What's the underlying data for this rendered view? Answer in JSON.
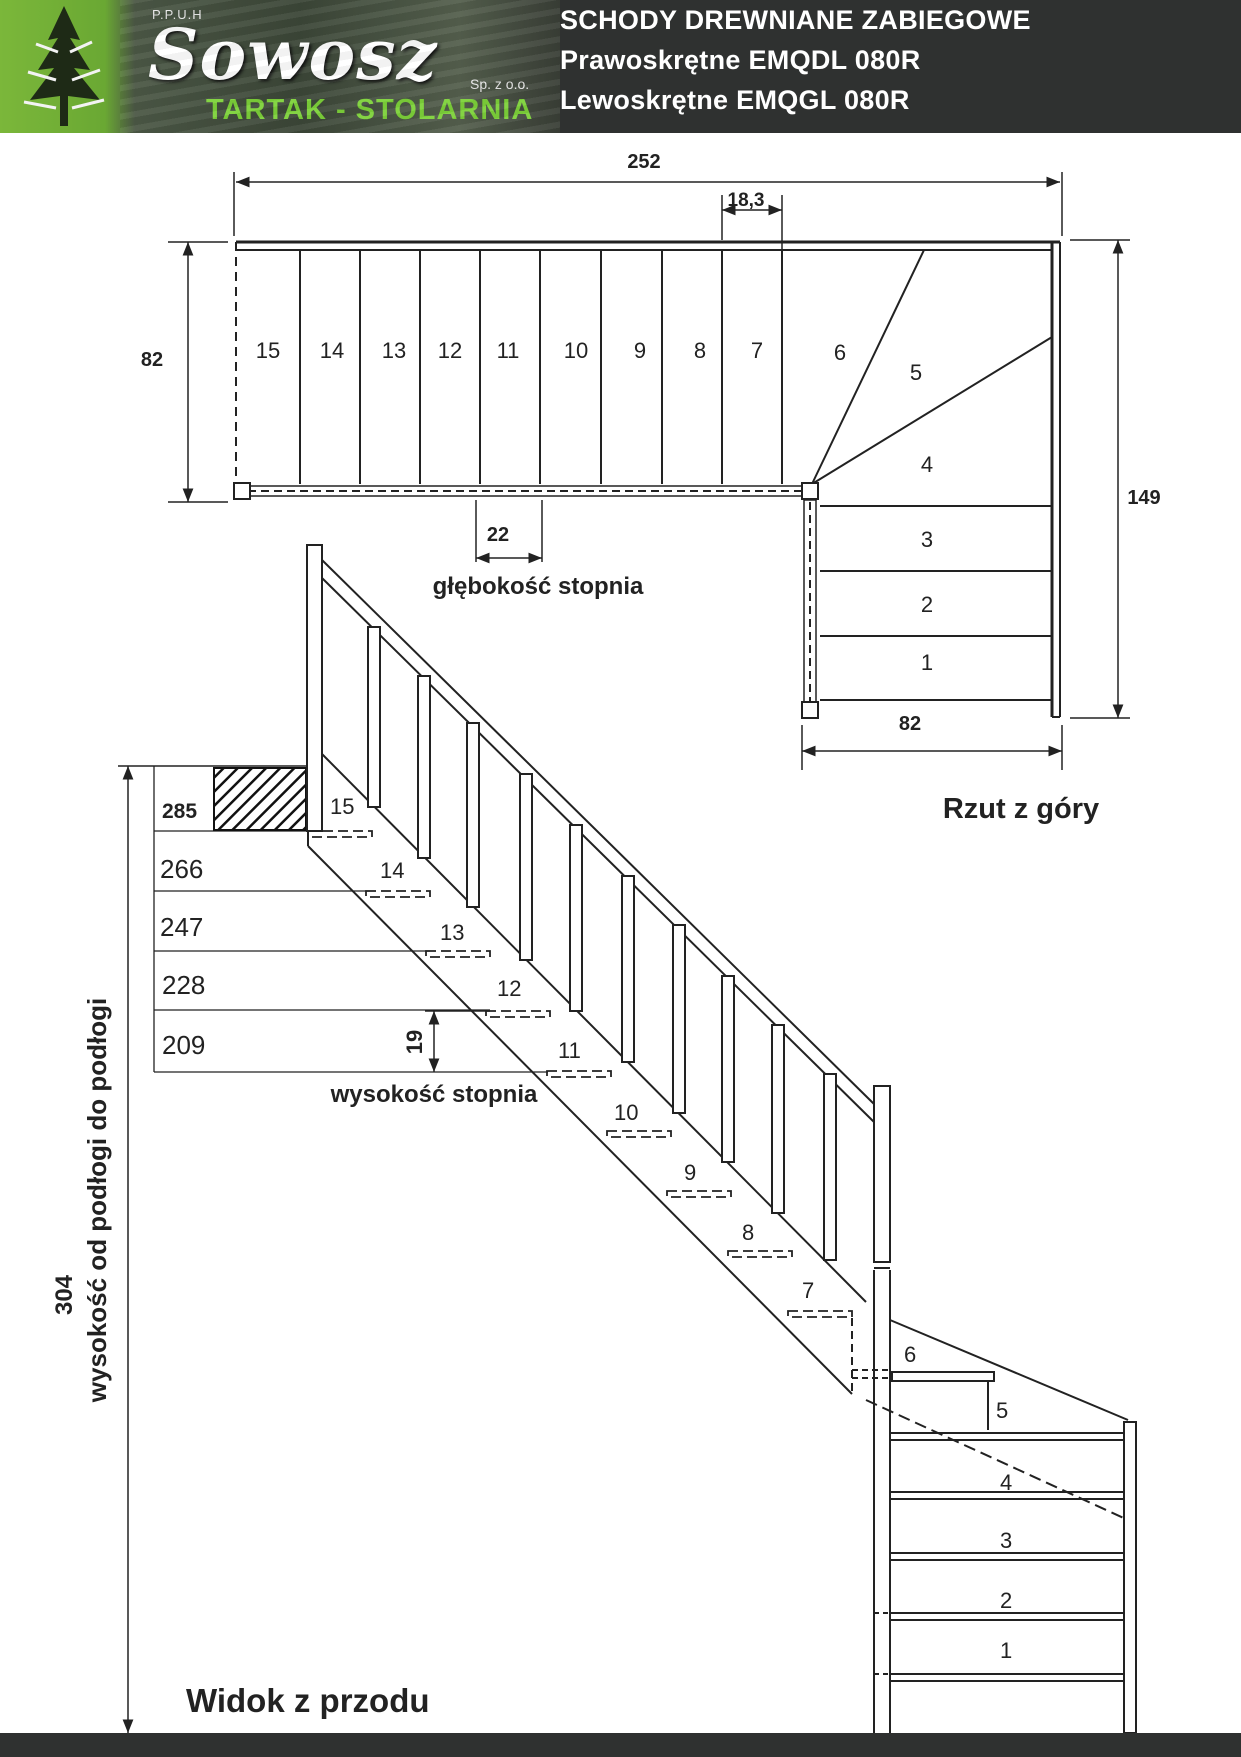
{
  "header": {
    "ppuh": "P.P.U.H",
    "brand": "Sowosz",
    "company_suffix": "Sp. z o.o.",
    "tagline": "TARTAK - STOLARNIA",
    "title_line1": "SCHODY DREWNIANE ZABIEGOWE",
    "title_line2": "Prawoskrętne EMQDL 080R",
    "title_line3": "Lewoskrętne EMQGL 080R"
  },
  "top_view": {
    "caption": "Rzut z góry",
    "dim_total_width": "252",
    "dim_tread_pitch": "18,3",
    "dim_upper_width": "82",
    "dim_total_depth": "149",
    "dim_lower_width": "82",
    "dim_tread_depth": "22",
    "tread_depth_label": "głębokość stopnia",
    "steps_upper": [
      "15",
      "14",
      "13",
      "12",
      "11",
      "10",
      "9",
      "8",
      "7",
      "6",
      "5"
    ],
    "steps_lower": [
      "4",
      "3",
      "2",
      "1"
    ]
  },
  "front_view": {
    "caption": "Widok z przodu",
    "total_height": "304",
    "total_height_label": "wysokość od podłogi do podłogi",
    "riser_height": "19",
    "riser_height_label": "wysokość stopnia",
    "level_heights": [
      "285",
      "266",
      "247",
      "228",
      "209"
    ],
    "step_numbers": [
      "15",
      "14",
      "13",
      "12",
      "11",
      "10",
      "9",
      "8",
      "7",
      "6",
      "5",
      "4",
      "3",
      "2",
      "1"
    ]
  },
  "colors": {
    "header_bg": "#2f3130",
    "logo_green": "#7bb73a",
    "tagline_green": "#7dd23a",
    "line": "#222222"
  }
}
